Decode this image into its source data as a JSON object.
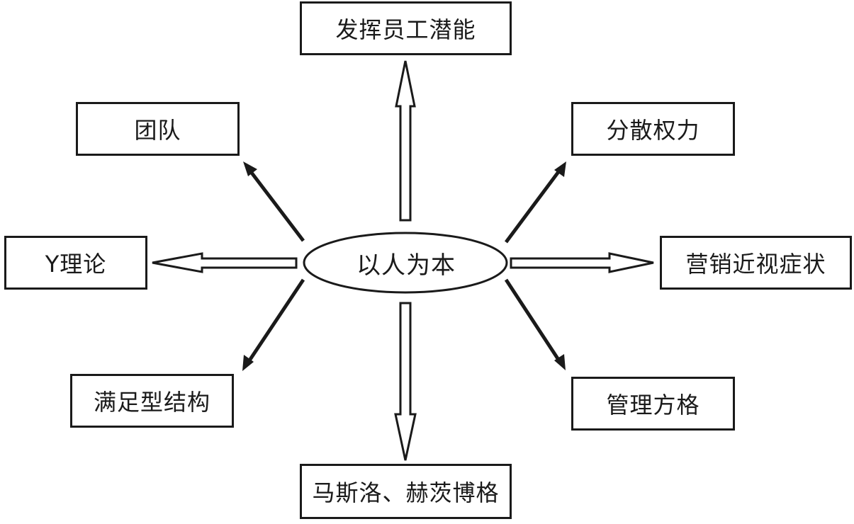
{
  "center": {
    "label": "以人为本"
  },
  "nodes": {
    "top": "发挥员工潜能",
    "top_left": "团队",
    "top_right": "分散权力",
    "left": "Y理论",
    "right": "营销近视症状",
    "bottom_left": "满足型结构",
    "bottom_right": "管理方格",
    "bottom": "马斯洛、赫茨博格"
  },
  "edges": [
    {
      "from": "center",
      "to": "top",
      "style": "hollow"
    },
    {
      "from": "center",
      "to": "top_left",
      "style": "solid"
    },
    {
      "from": "center",
      "to": "top_right",
      "style": "solid"
    },
    {
      "from": "center",
      "to": "left",
      "style": "hollow"
    },
    {
      "from": "center",
      "to": "right",
      "style": "hollow"
    },
    {
      "from": "center",
      "to": "bottom_left",
      "style": "solid"
    },
    {
      "from": "center",
      "to": "bottom_right",
      "style": "solid"
    },
    {
      "from": "center",
      "to": "bottom",
      "style": "hollow"
    }
  ]
}
